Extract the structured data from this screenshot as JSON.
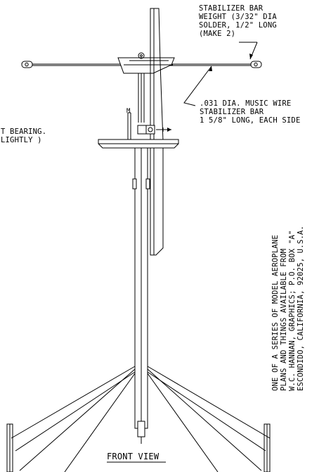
{
  "notes": {
    "stabilizer_weight": [
      "STABILIZER BAR",
      "WEIGHT (3/32\" DIA",
      "SOLDER, 1/2\" LONG",
      "(MAKE 2)"
    ],
    "music_wire": [
      ".031 DIA. MUSIC WIRE",
      "STABILIZER BAR",
      "1 5/8\" LONG, EACH SIDE"
    ],
    "bearing": [
      "T BEARING.",
      "LIGHTLY )"
    ],
    "series_credit": [
      "ONE OF A SERIES OF MODEL AEROPLANE",
      "PLANS AND THINGS  AVAILABLE FROM",
      "W.C. HANNAN, GRAPHICS; P.O. BOX \"A\"",
      "ESCONDIDO, CALIFORNIA, 92025, U.S.A."
    ],
    "view_title": "FRONT VIEW"
  }
}
